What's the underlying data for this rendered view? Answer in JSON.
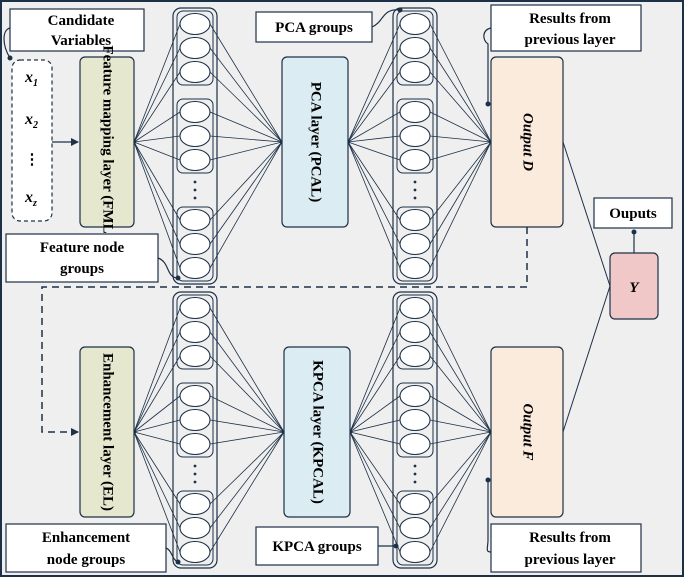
{
  "inputs": {
    "title_line1": "Candidate",
    "title_line2": "Variables",
    "vars": [
      "x1",
      "x2",
      "...",
      "xz"
    ]
  },
  "top_branch": {
    "layer1": "Feature mapping layer (FML)",
    "groups_label_line1": "Feature node",
    "groups_label_line2": "groups",
    "pca_groups_label": "PCA groups",
    "layer2": "PCA layer (PCAL)",
    "output": "Output D",
    "results_line1": "Results from",
    "results_line2": "previous layer"
  },
  "bottom_branch": {
    "layer1": "Enhancement layer (EL)",
    "groups_label_line1": "Enhancement",
    "groups_label_line2": "node groups",
    "kpca_groups_label": "KPCA groups",
    "layer2": "KPCA layer (KPCAL)",
    "output": "Output F",
    "results_line1": "Results from",
    "results_line2": "previous layer"
  },
  "final": {
    "label": "Ouputs",
    "node": "Y"
  },
  "colors": {
    "background": "#efefef",
    "feature_layer_fill": "#e5e7cf",
    "pca_layer_fill": "#dcecf3",
    "output_fill": "#fbebdc",
    "y_fill": "#f1c8c8",
    "stroke": "#1c3047"
  }
}
